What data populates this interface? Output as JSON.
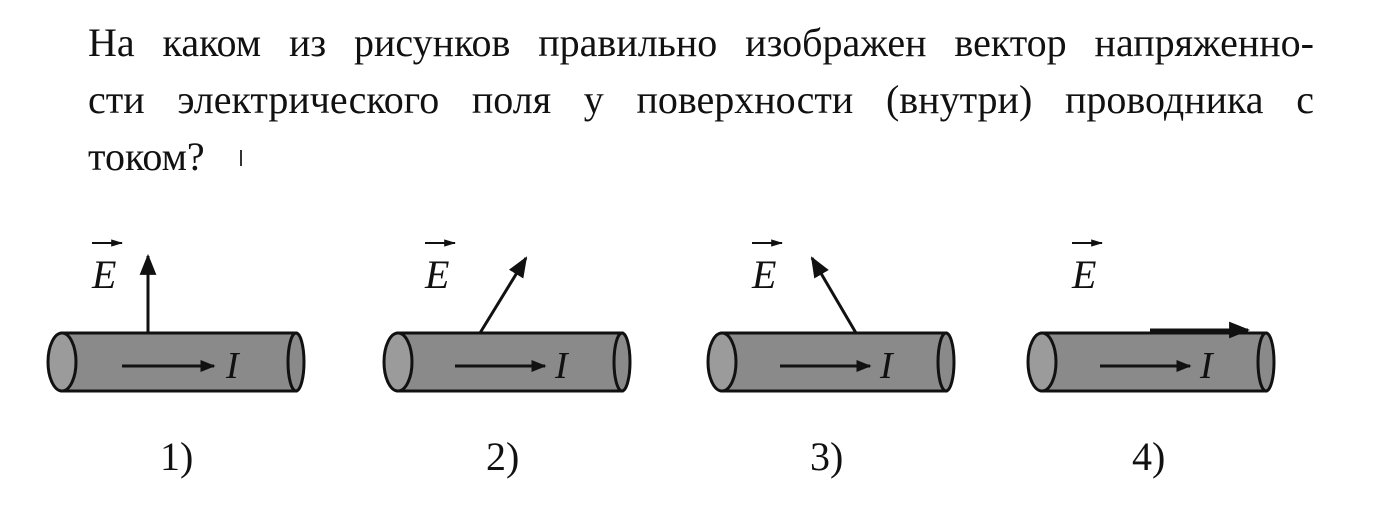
{
  "question": {
    "line1": "На каком из рисунков правильно изображен вектор напряженно-",
    "line2": "сти электрического поля у поверхности (внутри) проводника с",
    "line3": "током?"
  },
  "figures": [
    {
      "label": "1)",
      "field_symbol": "E",
      "current_symbol": "I",
      "field_direction": "perpendicular-up"
    },
    {
      "label": "2)",
      "field_symbol": "E",
      "current_symbol": "I",
      "field_direction": "tilted-forward"
    },
    {
      "label": "3)",
      "field_symbol": "E",
      "current_symbol": "I",
      "field_direction": "tilted-backward"
    },
    {
      "label": "4)",
      "field_symbol": "E",
      "current_symbol": "I",
      "field_direction": "along-surface"
    }
  ],
  "colors": {
    "conductor_fill": "#8a8a8a",
    "conductor_end": "#9b9b9b",
    "ink": "#111111"
  }
}
